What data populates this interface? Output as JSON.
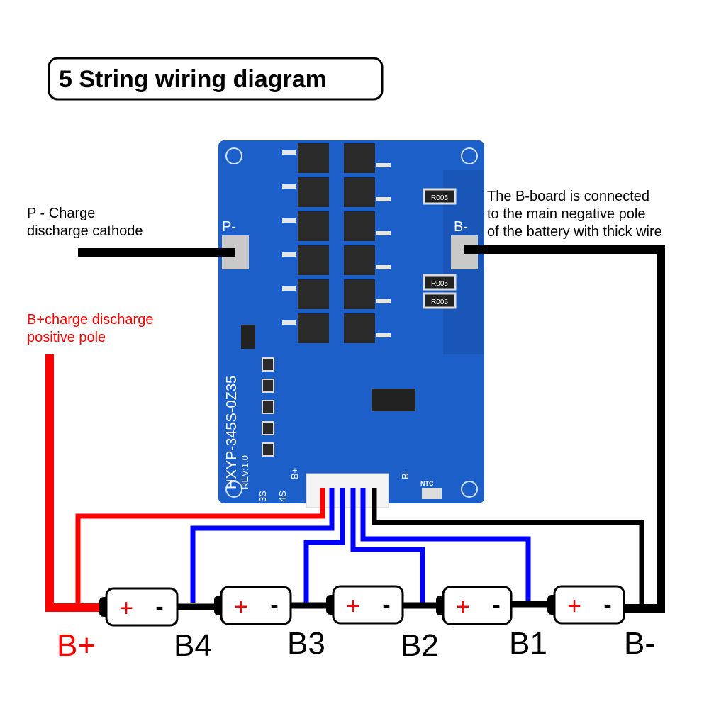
{
  "title": "5 String wiring diagram",
  "annotations": {
    "p_label": [
      "P - Charge",
      "discharge cathode"
    ],
    "bplus_label": [
      "B+charge discharge",
      "positive pole"
    ],
    "bminus_label": [
      "The B-board is connected",
      "to the main negative pole",
      "of the battery with thick wire"
    ]
  },
  "pcb": {
    "p_pad": "P-",
    "b_pad": "B-",
    "model": "HXYP-345S-0Z35",
    "revision": "REV:1.0",
    "bplus": "B+",
    "bminus": "B-",
    "ntc": "NTC",
    "s3": "3S",
    "s4": "4S",
    "resistors": [
      "R005",
      "R005",
      "R005"
    ]
  },
  "battery": {
    "plus": "+",
    "minus": "-"
  },
  "terminals": [
    "B+",
    "B4",
    "B3",
    "B2",
    "B1",
    "B-"
  ],
  "colors": {
    "positive": "#ff0000",
    "balance": "#0000ff",
    "negative": "#000000",
    "pcb": "#1d5fc8"
  }
}
